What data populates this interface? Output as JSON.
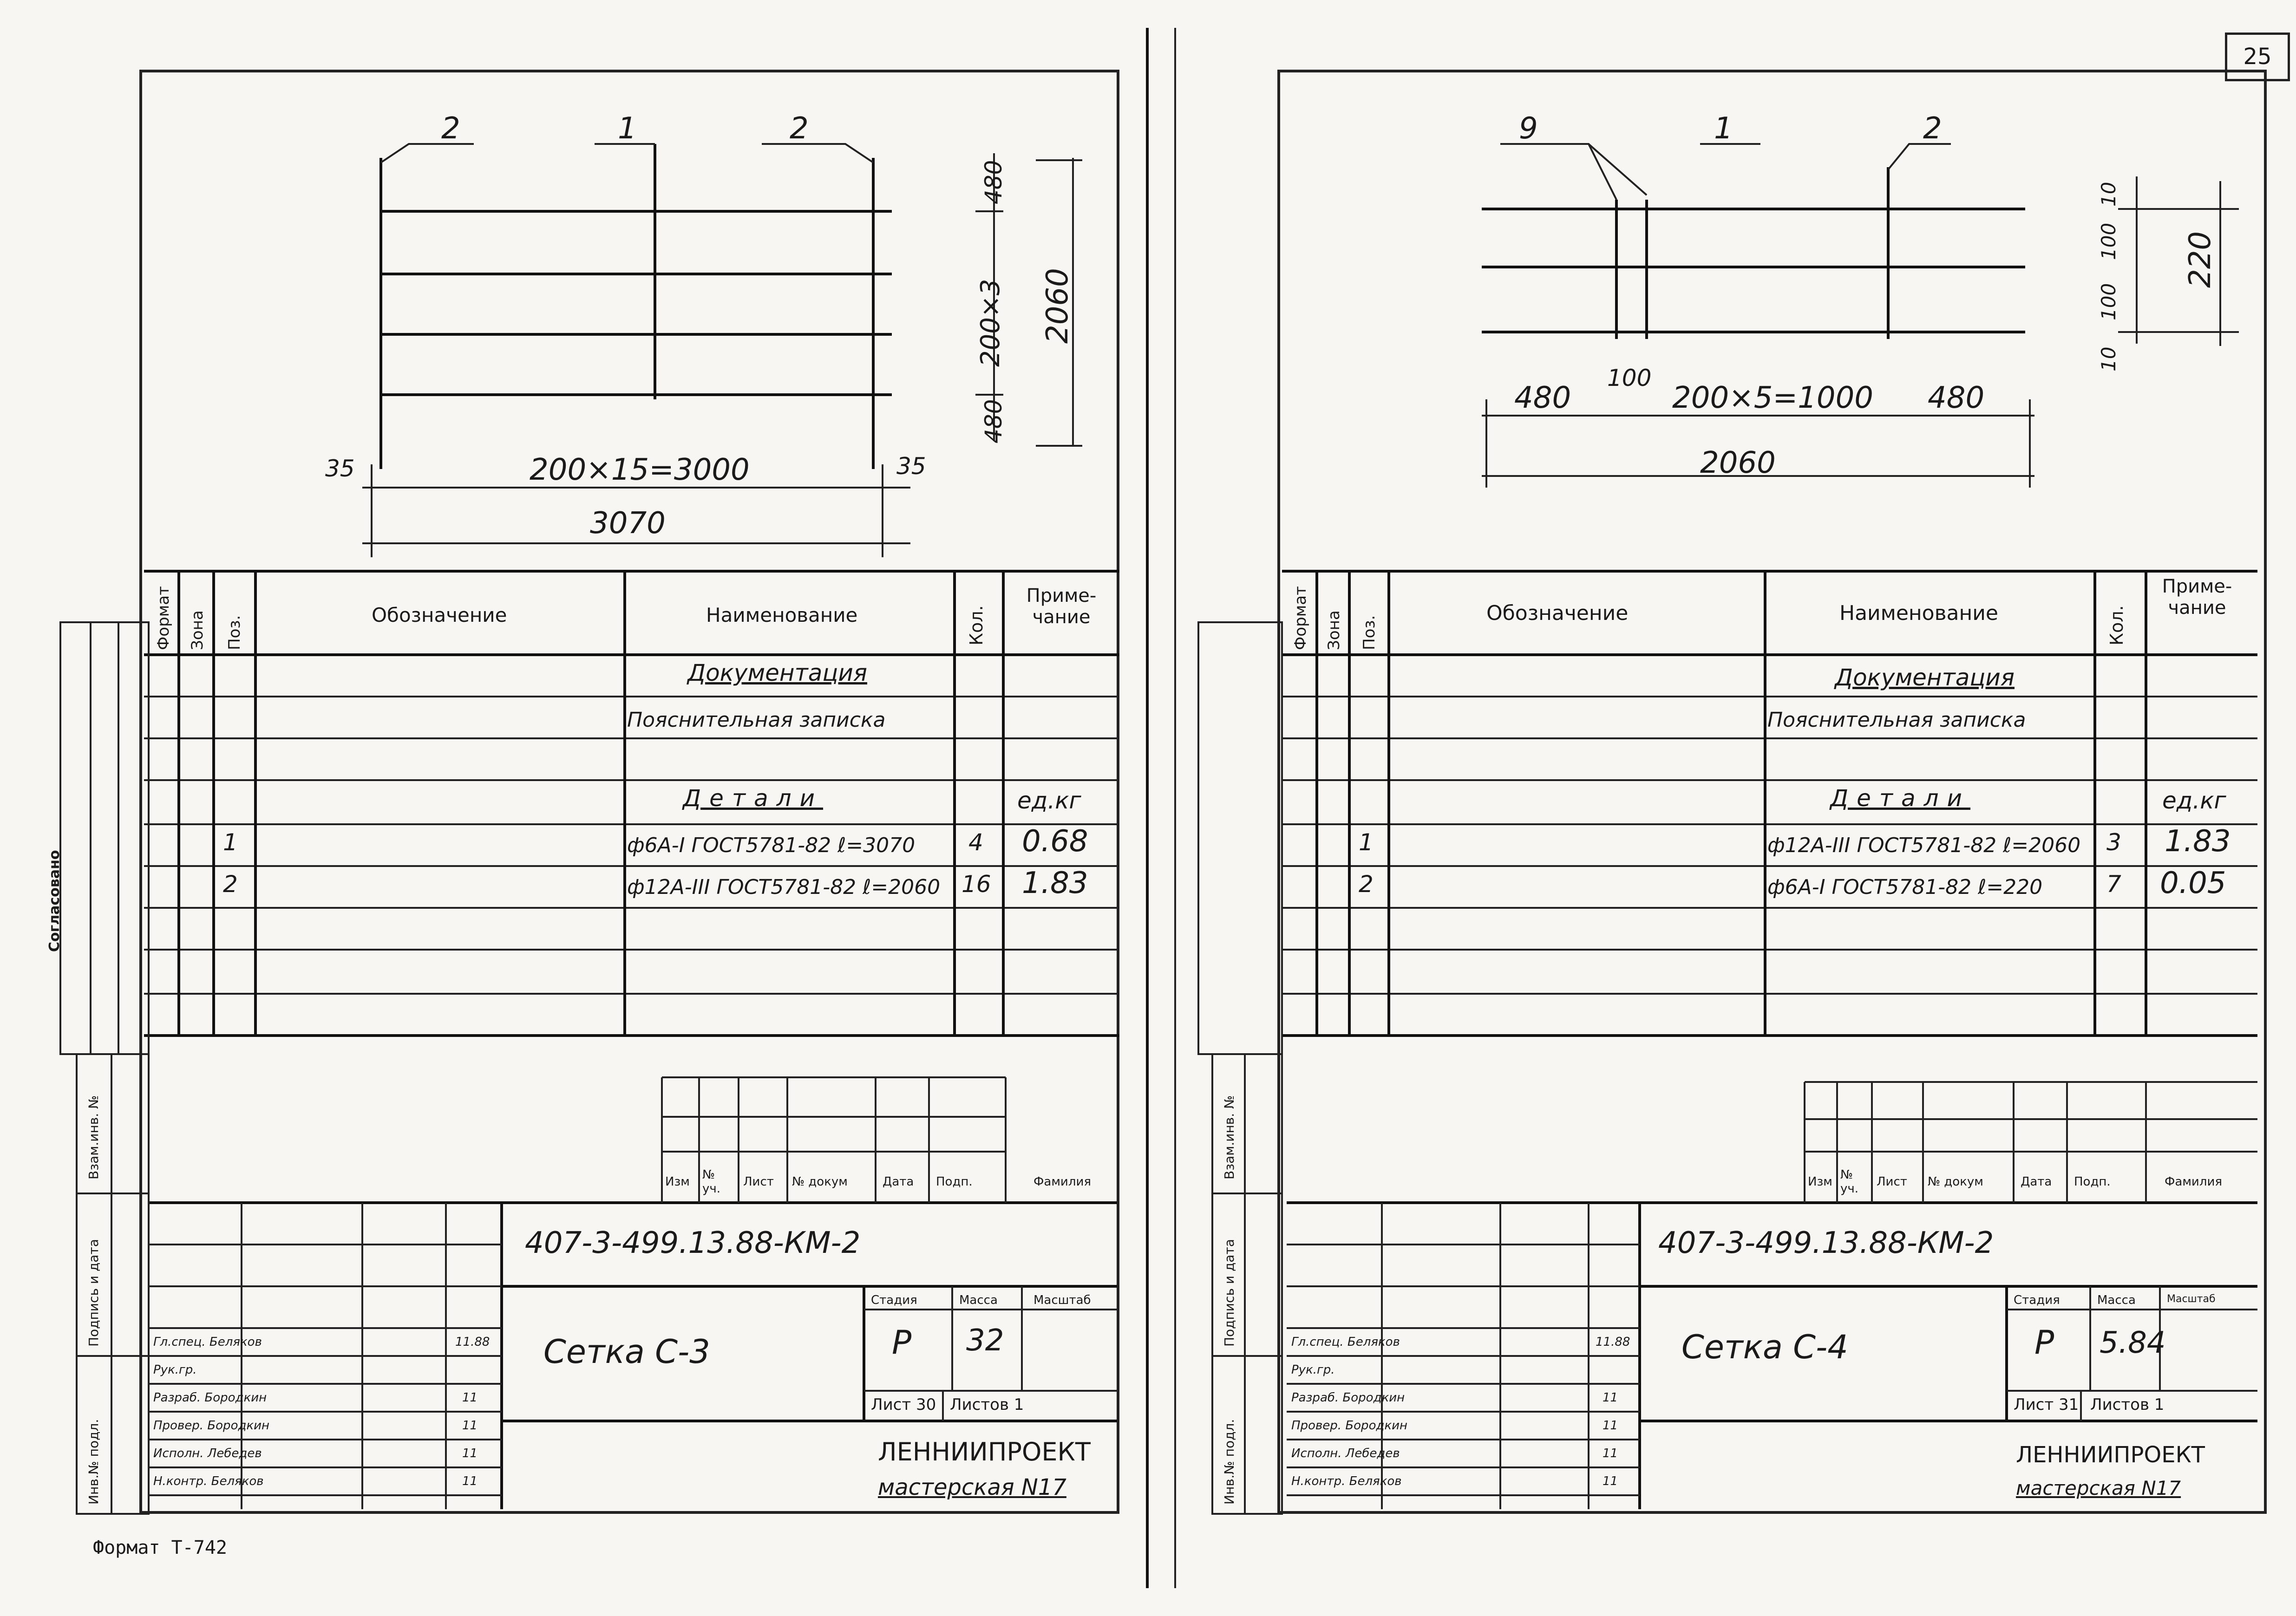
{
  "page": {
    "corner_number": "25"
  },
  "left_sheet": {
    "drawing": {
      "pos_labels": [
        "2",
        "1",
        "2"
      ],
      "dim_length": "200×15=3000",
      "dim_left": "35",
      "dim_right": "35",
      "dim_total": "3070",
      "dim_v1": "480",
      "dim_v2": "200×3",
      "dim_v3": "480",
      "dim_v_total": "2060"
    },
    "table": {
      "headers": {
        "format": "Формат",
        "zone": "Зона",
        "pos": "Поз.",
        "designation": "Обозначение",
        "name": "Наименование",
        "qty": "Кол.",
        "note": "Приме-чание"
      },
      "rows": [
        {
          "name": "Документация"
        },
        {
          "name": "Пояснительная записка"
        },
        {
          "name": "Детали",
          "note": "ед.кг"
        },
        {
          "pos": "1",
          "name": "ф6А-I ГОСТ5781-82 ℓ=3070",
          "qty": "4",
          "note": "0.68"
        },
        {
          "pos": "2",
          "name": "ф12А-III ГОСТ5781-82 ℓ=2060",
          "qty": "16",
          "note": "1.83"
        }
      ]
    },
    "stamp": {
      "rev_headers": [
        "Изм",
        "№ уч.",
        "Лист",
        "№ докум",
        "Дата",
        "Подп.",
        "Фамилия"
      ],
      "code": "407-3-499.13.88-КМ-2",
      "title": "Сетка С-3",
      "stage_label": "Стадия",
      "mass_label": "Масса",
      "scale_label": "Масштаб",
      "stage": "Р",
      "mass": "32",
      "sheet": "Лист 30",
      "sheets": "Листов 1",
      "org": "ЛЕННИИПРОЕКТ",
      "workshop": "мастерская N17",
      "people": [
        "Гл.спец. Беляков",
        "Рук.гр.",
        "Разраб. Бородкин",
        "Провер. Бородкин",
        "Исполн. Лебедев",
        "Н.контр. Беляков"
      ],
      "dates": [
        "11.88",
        "11",
        "11",
        "11",
        "11"
      ]
    }
  },
  "right_sheet": {
    "drawing": {
      "pos_labels": [
        "9",
        "1",
        "2"
      ],
      "dim_480_left": "480",
      "dim_100": "100",
      "dim_mid": "200×5=1000",
      "dim_480_right": "480",
      "dim_total": "2060",
      "dim_v_10_top": "10",
      "dim_v_100a": "100",
      "dim_v_100b": "100",
      "dim_v_10_bot": "10",
      "dim_v_total": "220"
    },
    "table": {
      "headers": {
        "format": "Формат",
        "zone": "Зона",
        "pos": "Поз.",
        "designation": "Обозначение",
        "name": "Наименование",
        "qty": "Кол.",
        "note": "Приме-чание"
      },
      "rows": [
        {
          "name": "Документация"
        },
        {
          "name": "Пояснительная записка"
        },
        {
          "name": "Детали",
          "note": "ед.кг"
        },
        {
          "pos": "1",
          "name": "ф12А-III ГОСТ5781-82 ℓ=2060",
          "qty": "3",
          "note": "1.83"
        },
        {
          "pos": "2",
          "name": "ф6А-I ГОСТ5781-82 ℓ=220",
          "qty": "7",
          "note": "0.05"
        }
      ]
    },
    "stamp": {
      "rev_headers": [
        "Изм",
        "№ уч.",
        "Лист",
        "№ докум",
        "Дата",
        "Подп.",
        "Фамилия"
      ],
      "code": "407-3-499.13.88-КМ-2",
      "title": "Сетка С-4",
      "stage_label": "Стадия",
      "mass_label": "Масса",
      "scale_label": "Масштаб",
      "stage": "Р",
      "mass": "5.84",
      "sheet": "Лист 31",
      "sheets": "Листов 1",
      "org": "ЛЕННИИПРОЕКТ",
      "workshop": "мастерская N17",
      "people": [
        "Гл.спец. Беляков",
        "Рук.гр.",
        "Разраб. Бородкин",
        "Провер. Бородкин",
        "Исполн. Лебедев",
        "Н.контр. Беляков"
      ],
      "dates": [
        "11.88",
        "11",
        "11",
        "11",
        "11"
      ]
    }
  },
  "margin_labels": {
    "left_top": "Согласовано",
    "left_inv": "Взам.инв. №",
    "left_sign": "Подпись и дата",
    "left_orig": "Инв.№ подл.",
    "right_inv": "Взам.инв. №",
    "right_sign": "Подпись и дата",
    "right_orig": "Инв.№ подл."
  },
  "footer": {
    "format_label": "Формат Т-742"
  }
}
